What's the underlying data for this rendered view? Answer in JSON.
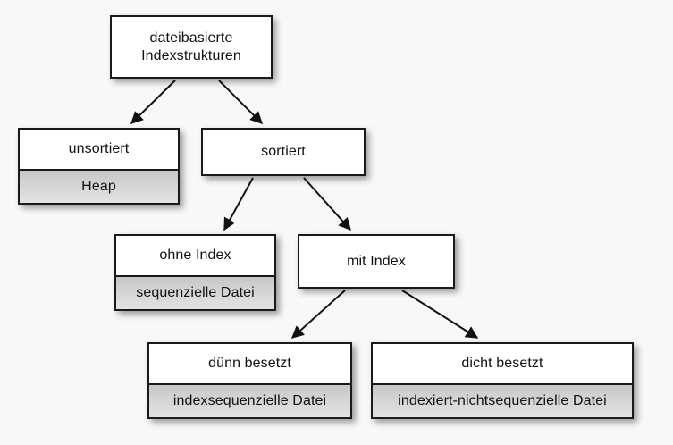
{
  "diagram": {
    "title": "dateibasierte Indexstrukturen",
    "language": "de",
    "background_color": "#f8f8f8",
    "node_fill": "#ffffff",
    "subnode_fill": "#d2d2d2",
    "border_color": "#1a1a1a",
    "text_color": "#111111"
  },
  "nodes": {
    "root": {
      "label": "dateibasierte\nIndexstrukturen",
      "sub": null
    },
    "unsortiert": {
      "label": "unsortiert",
      "sub": "Heap"
    },
    "sortiert": {
      "label": "sortiert",
      "sub": null
    },
    "ohne_index": {
      "label": "ohne Index",
      "sub": "sequenzielle Datei"
    },
    "mit_index": {
      "label": "mit Index",
      "sub": null
    },
    "duenn_besetzt": {
      "label": "dünn besetzt",
      "sub": "indexsequenzielle Datei"
    },
    "dicht_besetzt": {
      "label": "dicht besetzt",
      "sub": "indexiert-nichtsequenzielle Datei"
    }
  },
  "edges": [
    {
      "from": "root",
      "to": "unsortiert"
    },
    {
      "from": "root",
      "to": "sortiert"
    },
    {
      "from": "sortiert",
      "to": "ohne_index"
    },
    {
      "from": "sortiert",
      "to": "mit_index"
    },
    {
      "from": "mit_index",
      "to": "duenn_besetzt"
    },
    {
      "from": "mit_index",
      "to": "dicht_besetzt"
    }
  ]
}
